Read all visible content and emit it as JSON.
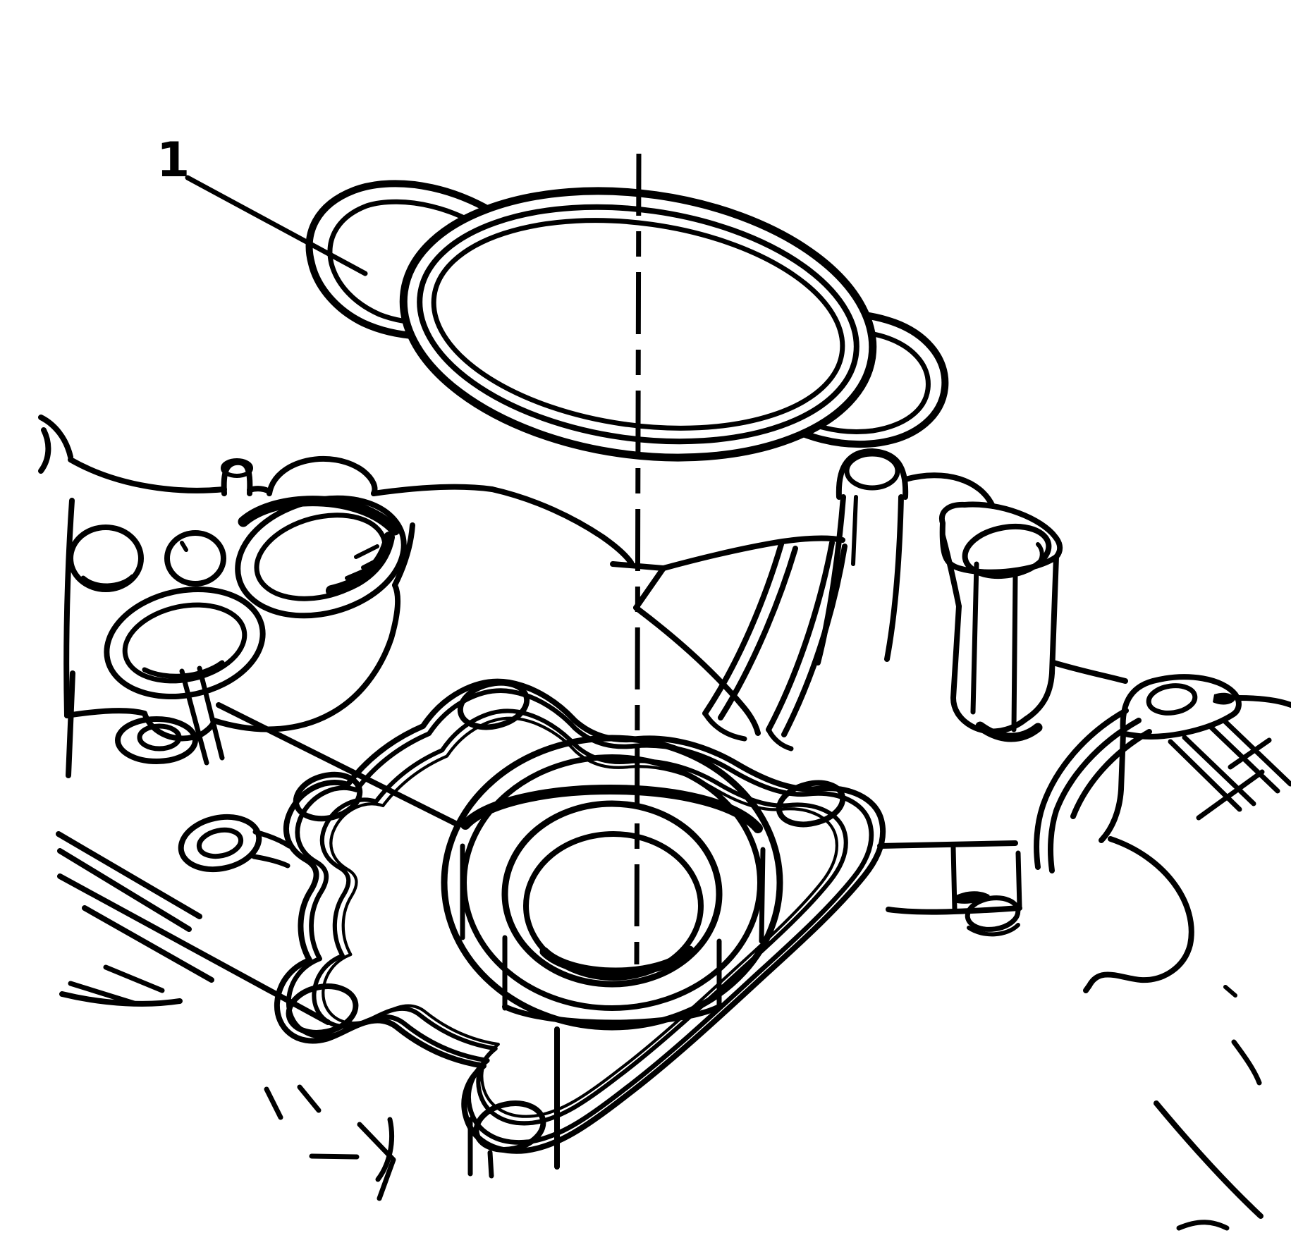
{
  "figure": {
    "background_color": "#ffffff",
    "line_color": "#000000",
    "callouts": [
      {
        "label": "1"
      }
    ],
    "parts": [
      "water-pump-seal-gasket",
      "installation-center-line",
      "engine-front-cover",
      "water-pump-mounting-pad"
    ]
  }
}
